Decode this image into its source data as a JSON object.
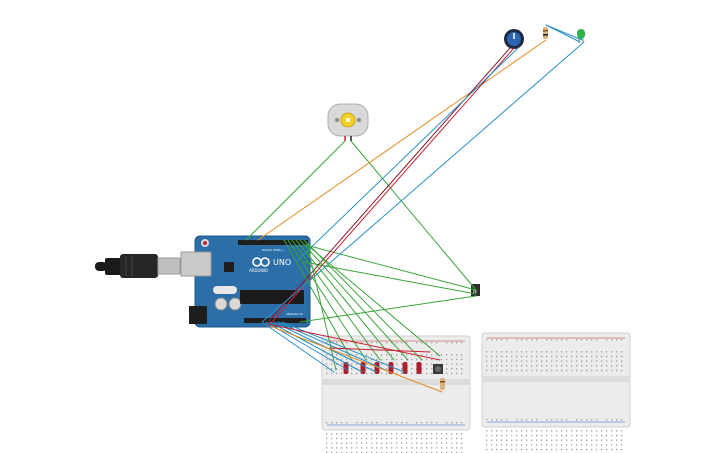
{
  "canvas": {
    "background": "#ffffff"
  },
  "components": {
    "arduino": {
      "label": "UNO",
      "brand": "ARDUINO",
      "header_digital": "DIGITAL (PWM~)",
      "header_analog": "ANALOG IN",
      "color": "#2b6ea8"
    },
    "usb_cable": {
      "color": "#1b1b1b"
    },
    "motor": {
      "color": "#d9d9d9",
      "shaft_color": "#f2d22a"
    },
    "potentiometer": {
      "knob_color": "#2a66b3"
    },
    "led": {
      "color": "#2bb44a"
    },
    "transistor": {
      "color": "#2e2e2e"
    },
    "breadboard_left": {
      "color": "#ececec"
    },
    "breadboard_right": {
      "color": "#ececec"
    }
  },
  "wire_colors": {
    "green": "#3aa53a",
    "blue": "#2a8fc9",
    "orange": "#e58a1f",
    "red": "#c8202f",
    "dark_red": "#8a1a2a"
  }
}
